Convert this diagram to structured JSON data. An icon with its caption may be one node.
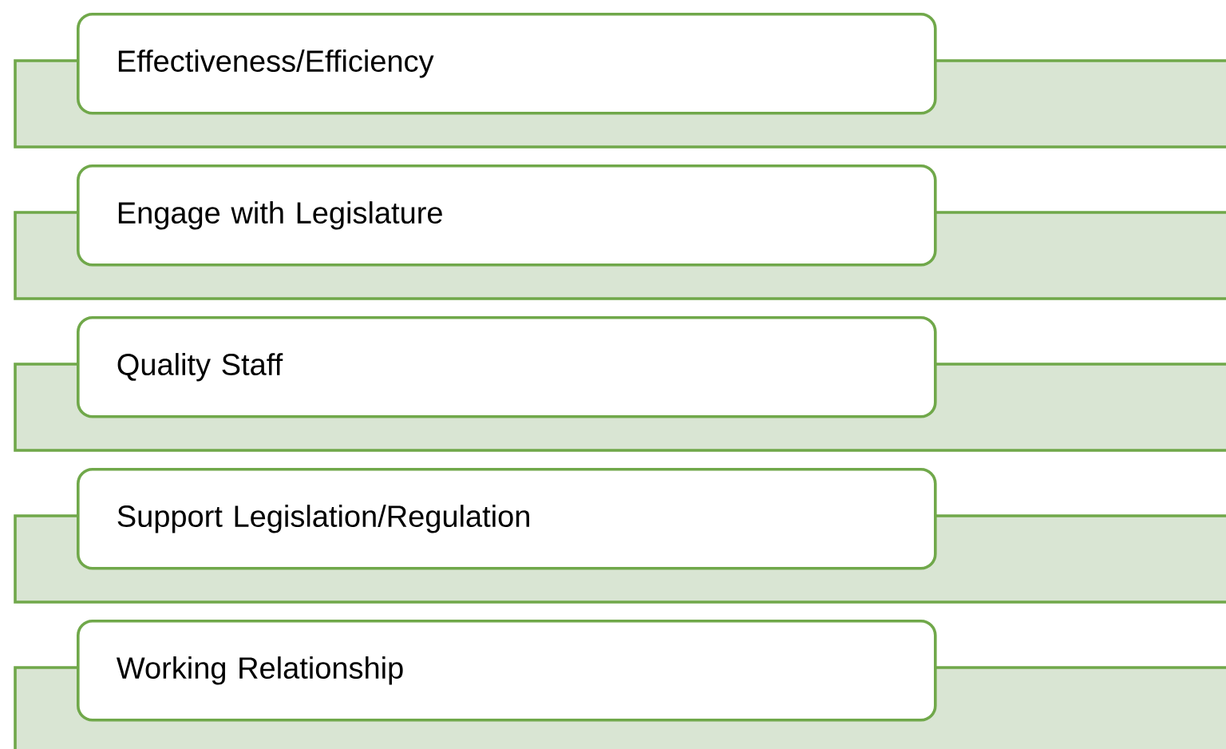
{
  "diagram": {
    "nodes": [
      {
        "text": [
          "Effectiveness/Efficiency"
        ]
      },
      {
        "text": [
          "Engage with Legislature"
        ]
      },
      {
        "text": [
          "Quality Staff"
        ]
      },
      {
        "text": [
          "Support Legislation/Regulation"
        ]
      },
      {
        "text": [
          "Working Relationship"
        ]
      }
    ]
  }
}
